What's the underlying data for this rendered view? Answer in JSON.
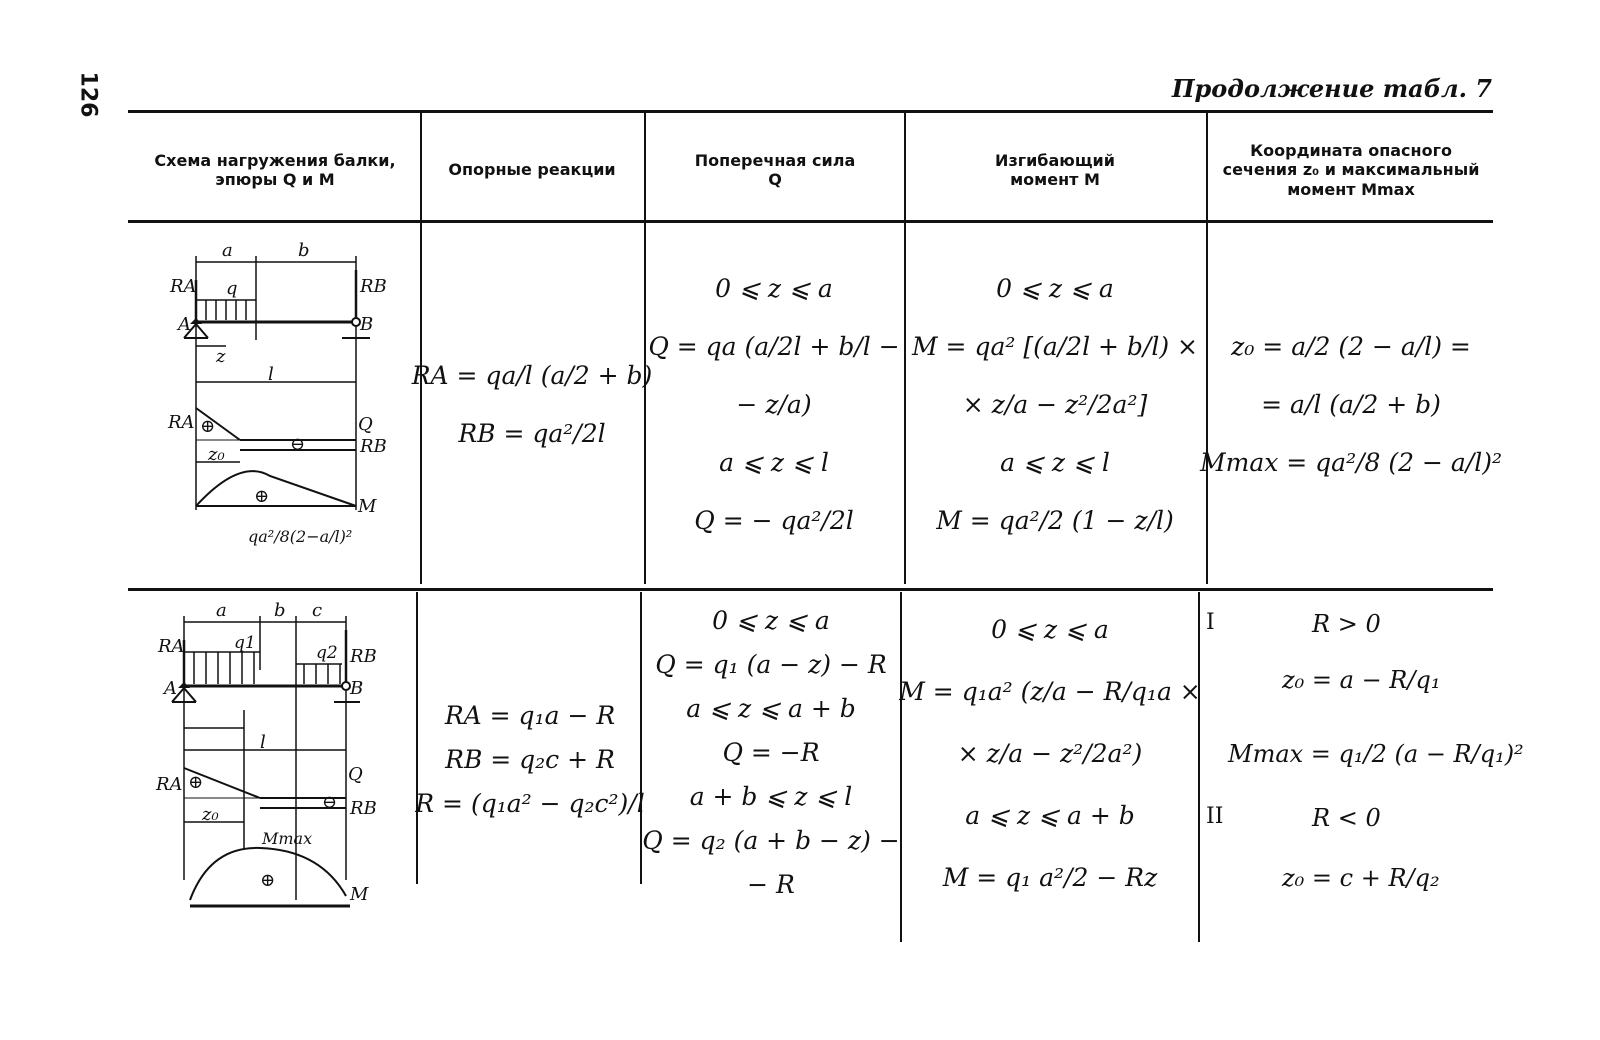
{
  "page": {
    "number": "126",
    "continuation": "Продолжение табл. 7"
  },
  "table": {
    "headers": [
      "Схема нагружения балки, эпюры Q и M",
      "Опорные реакции",
      "Поперечная сила Q",
      "Изгибающий момент M",
      "Координата опасного сечения z₀ и максимальный момент Mmax"
    ],
    "rows": [
      {
        "diagram": {
          "dims": [
            "a",
            "b",
            "l",
            "z",
            "z₀"
          ],
          "load": "q",
          "supports": [
            "A",
            "B"
          ],
          "reactions": [
            "RA",
            "RB"
          ],
          "epure_q": "Q",
          "epure_m": "M",
          "signs": [
            "⊕",
            "⊖",
            "⊕"
          ],
          "m_label": "qa²/8(2−a/l)²"
        },
        "reactions": [
          "RA = qa/l (a/2 + b)",
          "RB = qa²/2l"
        ],
        "shear": [
          "0 ⩽ z ⩽ a",
          "Q = qa (a/2l + b/l −",
          "− z/a)",
          "a ⩽ z ⩽ l",
          "Q = − qa²/2l"
        ],
        "moment": [
          "0 ⩽ z ⩽ a",
          "M = qa² [(a/2l + b/l) ×",
          "× z/a − z²/2a²]",
          "a ⩽ z ⩽ l",
          "M = qa²/2 (1 − z/l)"
        ],
        "coordinate": [
          "z₀ = a/2 (2 − a/l) =",
          "= a/l (a/2 + b)",
          "Mmax = qa²/8 (2 − a/l)²"
        ]
      },
      {
        "diagram": {
          "dims": [
            "a",
            "b",
            "c",
            "l",
            "z₀"
          ],
          "loads": [
            "q1",
            "q2"
          ],
          "supports": [
            "A",
            "B"
          ],
          "reactions": [
            "RA",
            "RB"
          ],
          "epure_q": "Q",
          "epure_m": "M",
          "signs": [
            "⊕",
            "⊖",
            "⊕"
          ],
          "m_label": "Mmax"
        },
        "reactions": [
          "RA = q₁a − R",
          "RB = q₂c + R",
          "R = (q₁a² − q₂c²)/l"
        ],
        "shear": [
          "0 ⩽ z ⩽ a",
          "Q = q₁ (a − z) − R",
          "a ⩽ z ⩽ a + b",
          "Q = −R",
          "a + b ⩽ z ⩽ l",
          "Q = q₂ (a + b − z) −",
          "− R"
        ],
        "moment": [
          "0 ⩽ z ⩽ a",
          "M = q₁a² (z/a − R/q₁a ×",
          "× z/a − z²/2a²)",
          "a ⩽ z ⩽ a + b",
          "M = q₁ a²/2 − Rz"
        ],
        "coordinate": {
          "case1_label": "I",
          "case1_cond": "R > 0",
          "case1": [
            "z₀ = a − R/q₁",
            "Mmax = q₁/2 (a − R/q₁)²"
          ],
          "case2_label": "II",
          "case2_cond": "R < 0",
          "case2": [
            "z₀ = c + R/q₂"
          ]
        }
      }
    ]
  }
}
